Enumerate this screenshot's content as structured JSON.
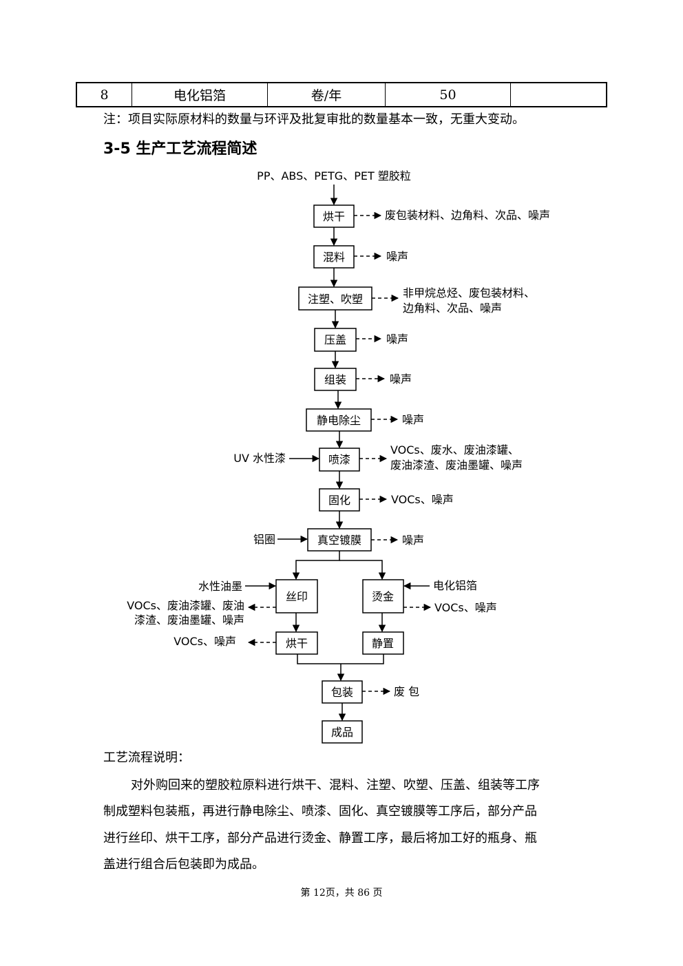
{
  "table_row": {
    "no": "8",
    "name": "电化铝箔",
    "unit": "卷/年",
    "amount": "50",
    "remark": ""
  },
  "note": "注：项目实际原材料的数量与环评及批复审批的数量基本一致，无重大变动。",
  "section_title": "3-5  生产工艺流程简述",
  "flow": {
    "input": "PP、ABS、PETG、PET 塑胶粒",
    "steps": {
      "dry": "烘干",
      "mix": "混料",
      "mold": "注塑、吹塑",
      "cap": "压盖",
      "assemble": "组装",
      "dedust": "静电除尘",
      "spray": "喷漆",
      "cure": "固化",
      "vacuum": "真空镀膜",
      "silk": "丝印",
      "foil": "烫金",
      "dry2": "烘干",
      "stand": "静置",
      "pack": "包装",
      "product": "成品"
    },
    "outputs": {
      "dry": "废包装材料、边角料、次品、噪声",
      "mix": "噪声",
      "mold_1": "非甲烷总烃、废包装材料、",
      "mold_2": "边角料、次品、噪声",
      "cap": "噪声",
      "assemble": "噪声",
      "dedust": "噪声",
      "spray_1": "VOCs、废水、废油漆罐、",
      "spray_2": "废油漆渣、废油墨罐、噪声",
      "cure": "VOCs、噪声",
      "vacuum": "噪声",
      "silk_1": "VOCs、废油漆罐、废油",
      "silk_2": "漆渣、废油墨罐、噪声",
      "foil": "VOCs、噪声",
      "dry2": "VOCs、噪声",
      "pack": "废  包"
    },
    "side_inputs": {
      "paint": "UV 水性漆",
      "ring": "铝圈",
      "ink": "水性油墨",
      "foil": "电化铝箔"
    }
  },
  "process_heading": "工艺流程说明：",
  "paragraph_lines": [
    "对外购回来的塑胶粒原料进行烘干、混料、注塑、吹塑、压盖、组装等工序",
    "制成塑料包装瓶，再进行静电除尘、喷漆、固化、真空镀膜等工序后，部分产品",
    "进行丝印、烘干工序，部分产品进行烫金、静置工序，最后将加工好的瓶身、瓶",
    "盖进行组合后包装即为成品。"
  ],
  "footer": "第 12页，共 86 页"
}
